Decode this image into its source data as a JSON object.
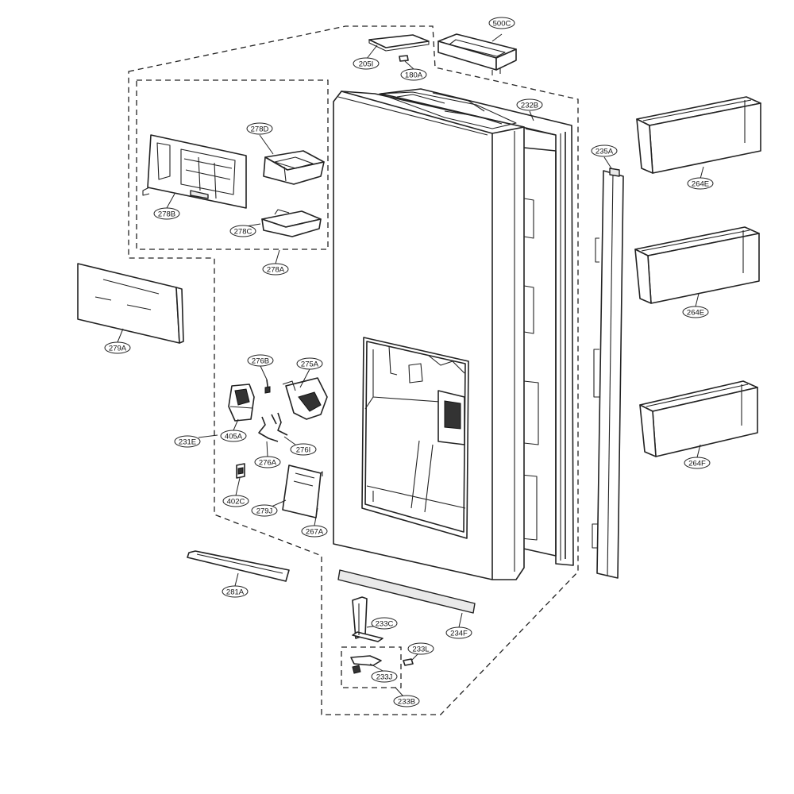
{
  "diagram": {
    "type": "exploded-parts-diagram",
    "callouts": [
      {
        "id": "500C",
        "label": "500C"
      },
      {
        "id": "205I",
        "label": "205I"
      },
      {
        "id": "180A",
        "label": "180A"
      },
      {
        "id": "232B",
        "label": "232B"
      },
      {
        "id": "235A",
        "label": "235A"
      },
      {
        "id": "264E_top",
        "label": "264E"
      },
      {
        "id": "264E_mid",
        "label": "264E"
      },
      {
        "id": "264F",
        "label": "264F"
      },
      {
        "id": "278D",
        "label": "278D"
      },
      {
        "id": "278B",
        "label": "278B"
      },
      {
        "id": "278C",
        "label": "278C"
      },
      {
        "id": "278A",
        "label": "278A"
      },
      {
        "id": "279A",
        "label": "279A"
      },
      {
        "id": "276B",
        "label": "276B"
      },
      {
        "id": "275A",
        "label": "275A"
      },
      {
        "id": "231E",
        "label": "231E"
      },
      {
        "id": "405A",
        "label": "405A"
      },
      {
        "id": "276I",
        "label": "276I"
      },
      {
        "id": "276A",
        "label": "276A"
      },
      {
        "id": "402C",
        "label": "402C"
      },
      {
        "id": "279J",
        "label": "279J"
      },
      {
        "id": "267A",
        "label": "267A"
      },
      {
        "id": "281A",
        "label": "281A"
      },
      {
        "id": "233C",
        "label": "233C"
      },
      {
        "id": "234F",
        "label": "234F"
      },
      {
        "id": "233L",
        "label": "233L"
      },
      {
        "id": "233J",
        "label": "233J"
      },
      {
        "id": "233B",
        "label": "233B"
      }
    ]
  }
}
